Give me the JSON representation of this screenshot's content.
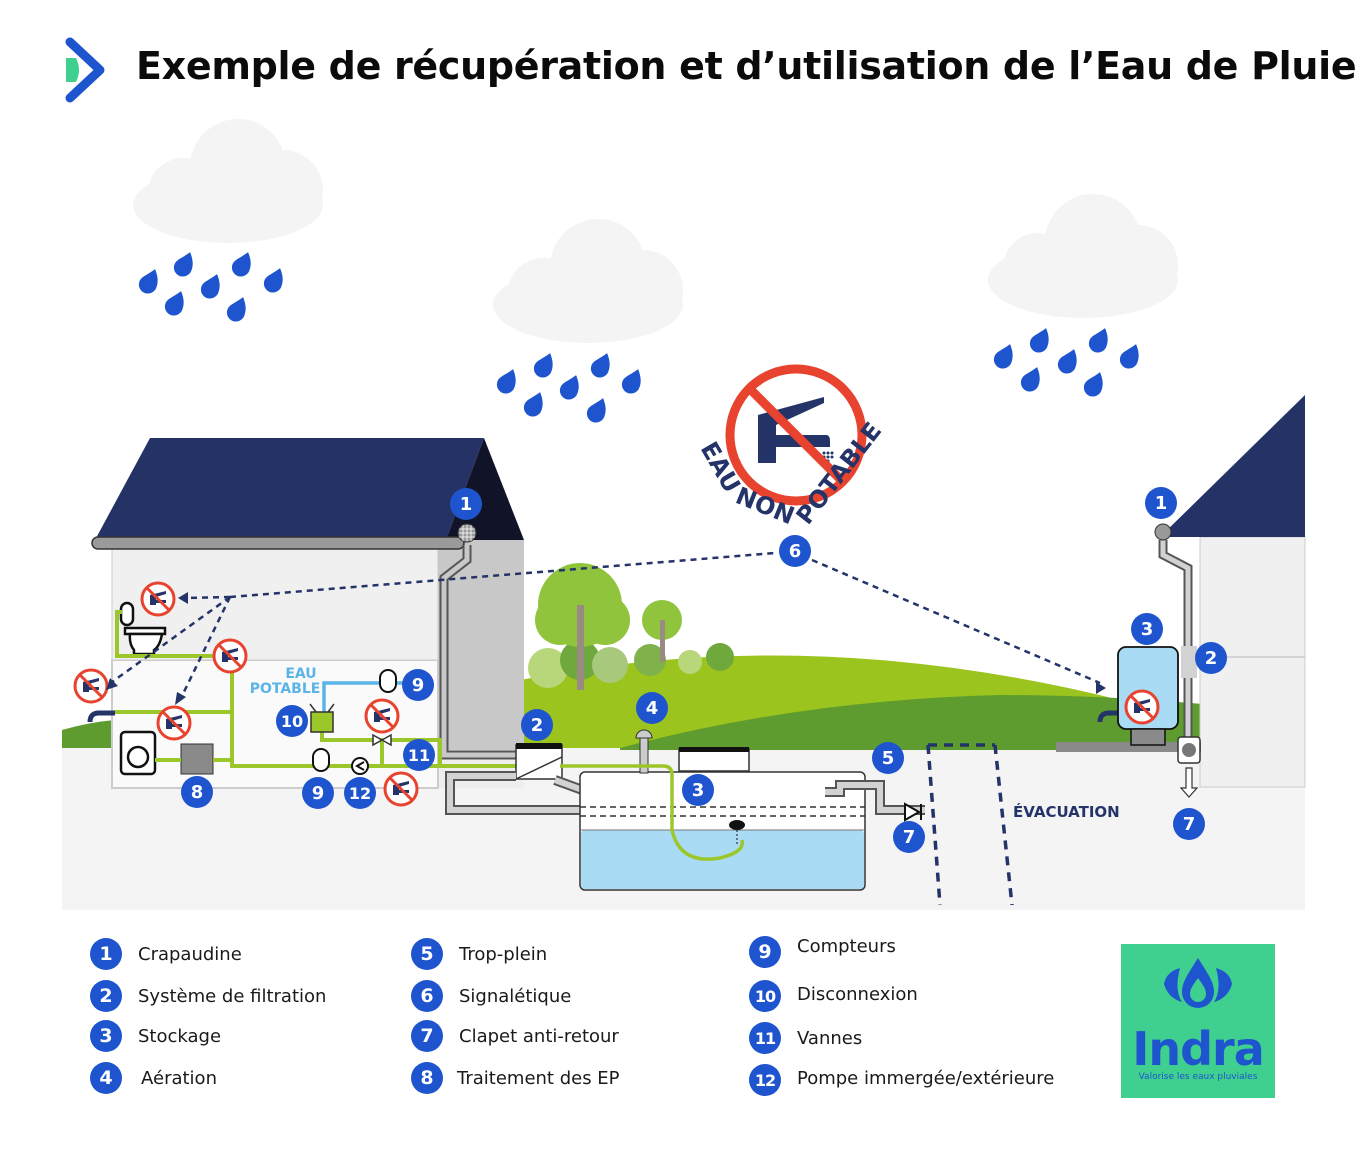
{
  "header": {
    "title": "Exemple de récupération et d’utilisation de l’Eau de Pluie",
    "logo_icon": "double-chevron-icon",
    "colors": {
      "chevron_blue": "#1e55cf",
      "chevron_green": "#3fcf8e"
    }
  },
  "diagram": {
    "signage": {
      "label_left": "EAU",
      "label_mid": "NON",
      "label_right": "POTABLE",
      "icon": "no-drinking-water-icon",
      "ring_color": "#e8432f",
      "tap_color": "#243469"
    },
    "potable_label_1": "EAU",
    "potable_label_2": "POTABLE",
    "evacuation_label": "ÉVACUATION",
    "markers": {
      "house_left": [
        "1",
        "8",
        "9",
        "9",
        "10",
        "11",
        "12"
      ],
      "tank": [
        "2",
        "3",
        "4",
        "5",
        "6",
        "7"
      ],
      "house_right": [
        "1",
        "2",
        "3",
        "7"
      ]
    },
    "colors": {
      "roof": "#253266",
      "green_pipe": "#9cc72b",
      "potable_pipe": "#5ab4e8",
      "water": "#a9dbf5",
      "grass_light": "#9cc41e",
      "grass_dark": "#5e9c2f",
      "badge": "#1e55cf"
    }
  },
  "legend": {
    "items": [
      {
        "num": "1",
        "label": "Crapaudine"
      },
      {
        "num": "2",
        "label": "Système de filtration"
      },
      {
        "num": "3",
        "label": "Stockage"
      },
      {
        "num": "4",
        "label": "Aération"
      },
      {
        "num": "5",
        "label": "Trop-plein"
      },
      {
        "num": "6",
        "label": "Signalétique"
      },
      {
        "num": "7",
        "label": "Clapet anti-retour"
      },
      {
        "num": "8",
        "label": "Traitement des EP"
      },
      {
        "num": "9",
        "label": "Compteurs"
      },
      {
        "num": "10",
        "label": "Disconnexion"
      },
      {
        "num": "11",
        "label": "Vannes"
      },
      {
        "num": "12",
        "label": "Pompe immergée/extérieure"
      }
    ]
  },
  "brand": {
    "name": "Indra",
    "tagline": "Valorise les eaux pluviales",
    "icon": "water-drop-leaves-icon",
    "bg_color": "#3fcf8e",
    "fg_color": "#1e55cf"
  }
}
